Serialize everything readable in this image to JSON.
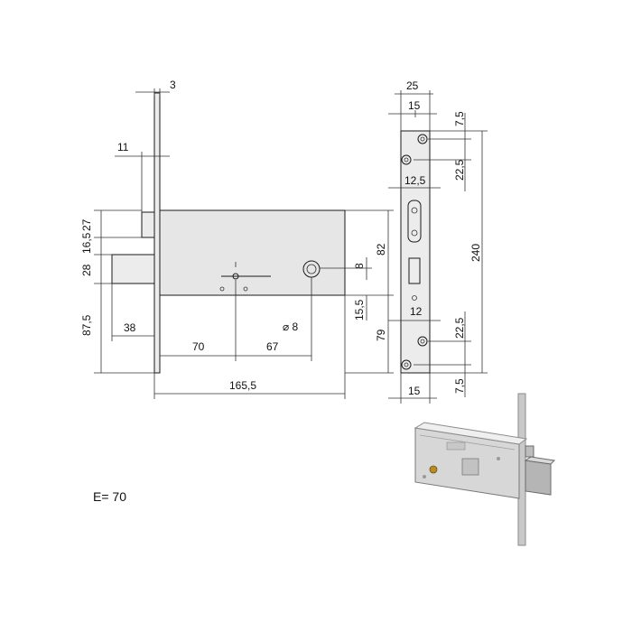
{
  "note": "E= 70",
  "dimensions": {
    "plate_thickness": "3",
    "faceplate_offset": "11",
    "top_27": "27",
    "top_16_5": "16,5",
    "bolt_28": "28",
    "bottom_87_5": "87,5",
    "bolt_length_38": "38",
    "backset_70": "70",
    "follower_67": "67",
    "cylinder_dia_8": "⌀ 8",
    "right_8": "8",
    "right_82": "82",
    "right_15_5": "15,5",
    "right_79": "79",
    "case_length": "165,5",
    "front_width_25": "25",
    "front_15_top": "15",
    "front_7_5_top": "7,5",
    "front_22_5_top": "22,5",
    "front_12_5": "12,5",
    "front_240": "240",
    "front_12": "12",
    "front_22_5_bottom": "22,5",
    "front_15_bottom": "15",
    "front_7_5_bottom": "7,5"
  }
}
